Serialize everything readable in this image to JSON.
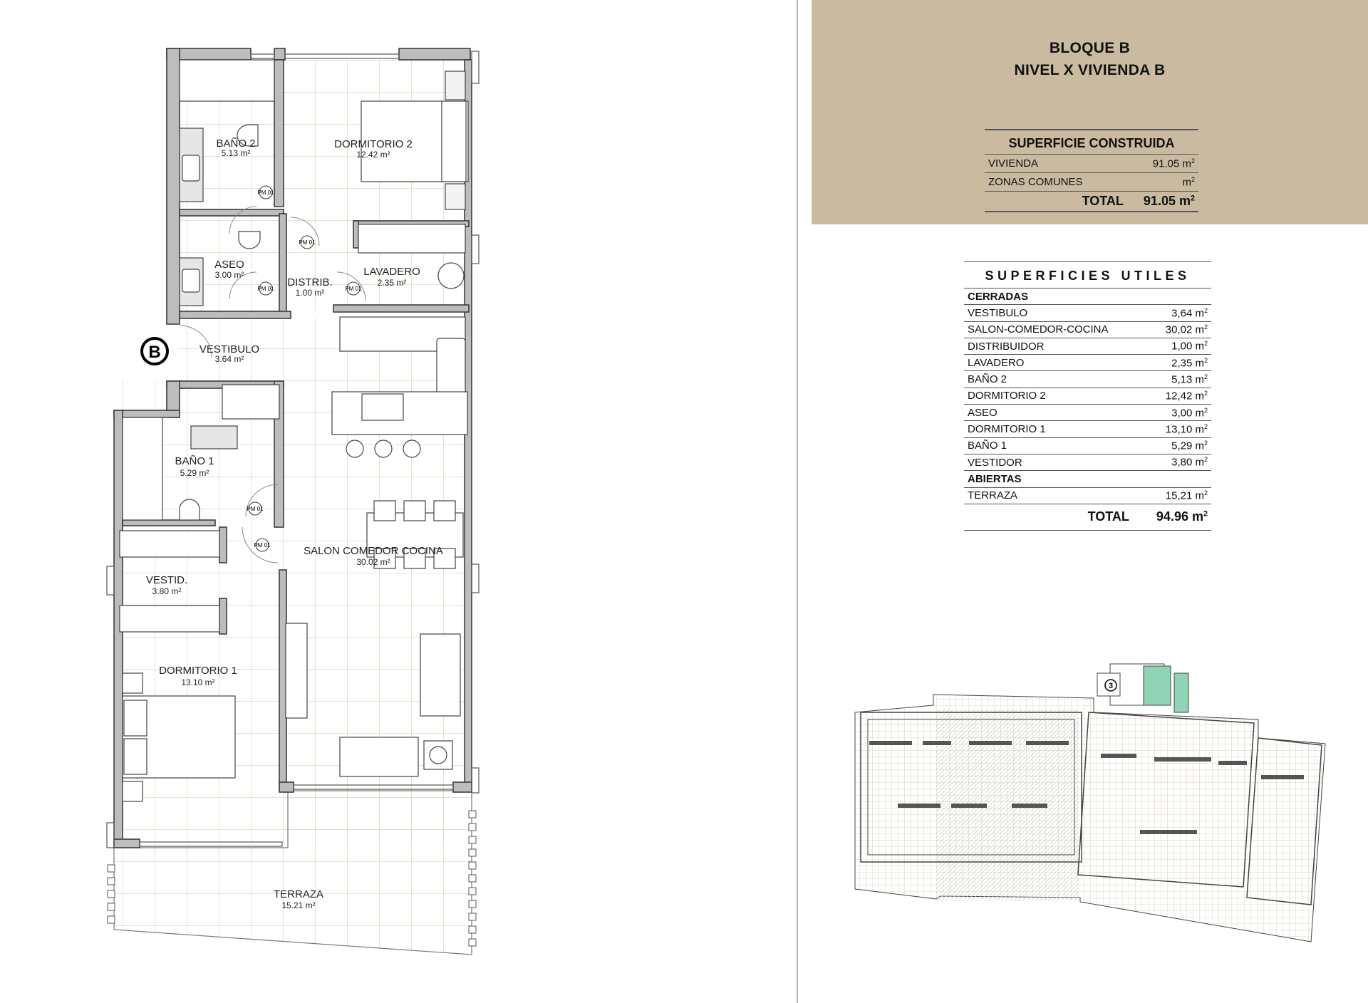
{
  "header": {
    "line1": "BLOQUE B",
    "line2": "NIVEL X VIVIENDA B"
  },
  "colors": {
    "panel": "#c9baa0",
    "floor_grid": "#e3d8bd",
    "wall": "#bdbdbd",
    "green_area": "#8fd4b4"
  },
  "superficie_construida": {
    "title": "SUPERFICIE CONSTRUIDA",
    "rows": [
      {
        "label": "VIVIENDA",
        "value": "91.05",
        "unit": "m2"
      },
      {
        "label": "ZONAS COMUNES",
        "value": "",
        "unit": "m2"
      }
    ],
    "total_label": "TOTAL",
    "total_value": "91.05",
    "total_unit": "m2"
  },
  "superficies_utiles": {
    "title": "SUPERFICIES UTILES",
    "section_closed": "CERRADAS",
    "closed": [
      {
        "label": "VESTIBULO",
        "value": "3,64"
      },
      {
        "label": "SALON-COMEDOR-COCINA",
        "value": "30,02"
      },
      {
        "label": "DISTRIBUIDOR",
        "value": "1,00"
      },
      {
        "label": "LAVADERO",
        "value": "2,35"
      },
      {
        "label": "BAÑO 2",
        "value": "5,13"
      },
      {
        "label": "DORMITORIO 2",
        "value": "12,42"
      },
      {
        "label": "ASEO",
        "value": "3,00"
      },
      {
        "label": "DORMITORIO 1",
        "value": "13,10"
      },
      {
        "label": "BAÑO 1",
        "value": "5,29"
      },
      {
        "label": "VESTIDOR",
        "value": "3,80"
      }
    ],
    "section_open": "ABIERTAS",
    "open": [
      {
        "label": "TERRAZA",
        "value": "15,21"
      }
    ],
    "unit": "m2",
    "total_label": "TOTAL",
    "total_value": "94.96"
  },
  "plan": {
    "rooms": [
      {
        "name": "BAÑO 2",
        "area": "5.13 m²"
      },
      {
        "name": "DORMITORIO 2",
        "area": "12.42 m²"
      },
      {
        "name": "ASEO",
        "area": "3.00 m²"
      },
      {
        "name": "DISTRIB.",
        "area": "1.00 m²"
      },
      {
        "name": "LAVADERO",
        "area": "2.35 m²"
      },
      {
        "name": "VESTIBULO",
        "area": "3.64 m²"
      },
      {
        "name": "BAÑO 1",
        "area": "5.29 m²"
      },
      {
        "name": "SALON COMEDOR COCINA",
        "area": "30.02 m²"
      },
      {
        "name": "VESTID.",
        "area": "3.80 m²"
      },
      {
        "name": "DORMITORIO 1",
        "area": "13.10 m²"
      },
      {
        "name": "TERRAZA",
        "area": "15.21 m²"
      }
    ],
    "door_tag": "PM 01",
    "entry_badge": "B"
  },
  "site_plan": {
    "stair_badge": "3"
  }
}
